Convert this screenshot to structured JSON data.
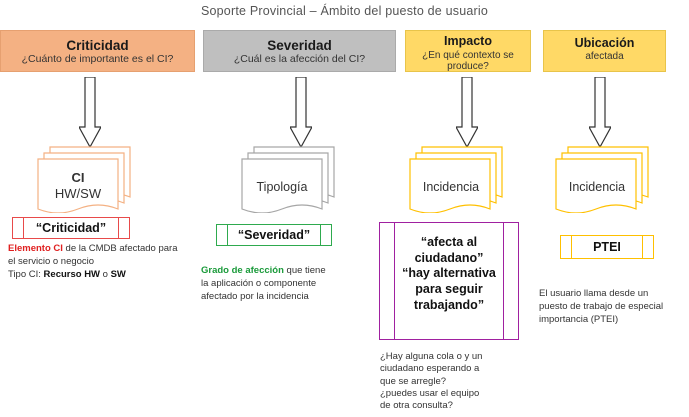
{
  "title": "Soporte Provincial – Ámbito del puesto de usuario",
  "columns": [
    {
      "header_main": "Criticidad",
      "header_sub": "¿Cuánto de importante es el CI?",
      "doc_line1": "CI",
      "doc_line2": "HW/SW",
      "tag": "“Criticidad”",
      "note": {
        "highlight": "Elemento CI",
        "text1": " de la CMDB afectado para el servicio o negocio",
        "text2": "Tipo CI: ",
        "bold1": "Recurso HW",
        "text3": " o ",
        "bold2": "SW"
      },
      "colors": {
        "header": "#f4b183",
        "doc_border": "#f4b183",
        "tag_border": "#e84a4a"
      }
    },
    {
      "header_main": "Severidad",
      "header_sub": "¿Cuál es la afección del CI?",
      "doc_line1": "Tipología",
      "tag": "“Severidad”",
      "note": {
        "highlight": "Grado de afección",
        "text1": " que tiene la aplicación o componente afectado por la incidencia"
      },
      "colors": {
        "header": "#bfbfbf",
        "doc_border": "#a6a6a6",
        "tag_border": "#2eaa4e"
      }
    },
    {
      "header_main": "Impacto",
      "header_sub": "¿En qué contexto se produce?",
      "doc_line1": "Incidencia",
      "tag_lines": [
        "“afecta al ciudadano”",
        "“hay alternativa para seguir trabajando”"
      ],
      "note": {
        "lines": [
          "¿Hay alguna cola o y un",
          "ciudadano esperando a",
          "que se arregle?",
          "¿puedes usar el equipo",
          "de otra consulta?"
        ]
      },
      "colors": {
        "header": "#ffd966",
        "doc_border": "#ffc000",
        "tag_border": "#a020a0"
      }
    },
    {
      "header_main": "Ubicación",
      "header_sub": "afectada",
      "doc_line1": "Incidencia",
      "tag": "PTEI",
      "note": {
        "text1": "El usuario llama desde un puesto de trabajo de especial importancia (PTEI)"
      },
      "colors": {
        "header": "#ffd966",
        "doc_border": "#ffc000",
        "tag_border": "#ffc000"
      }
    }
  ]
}
